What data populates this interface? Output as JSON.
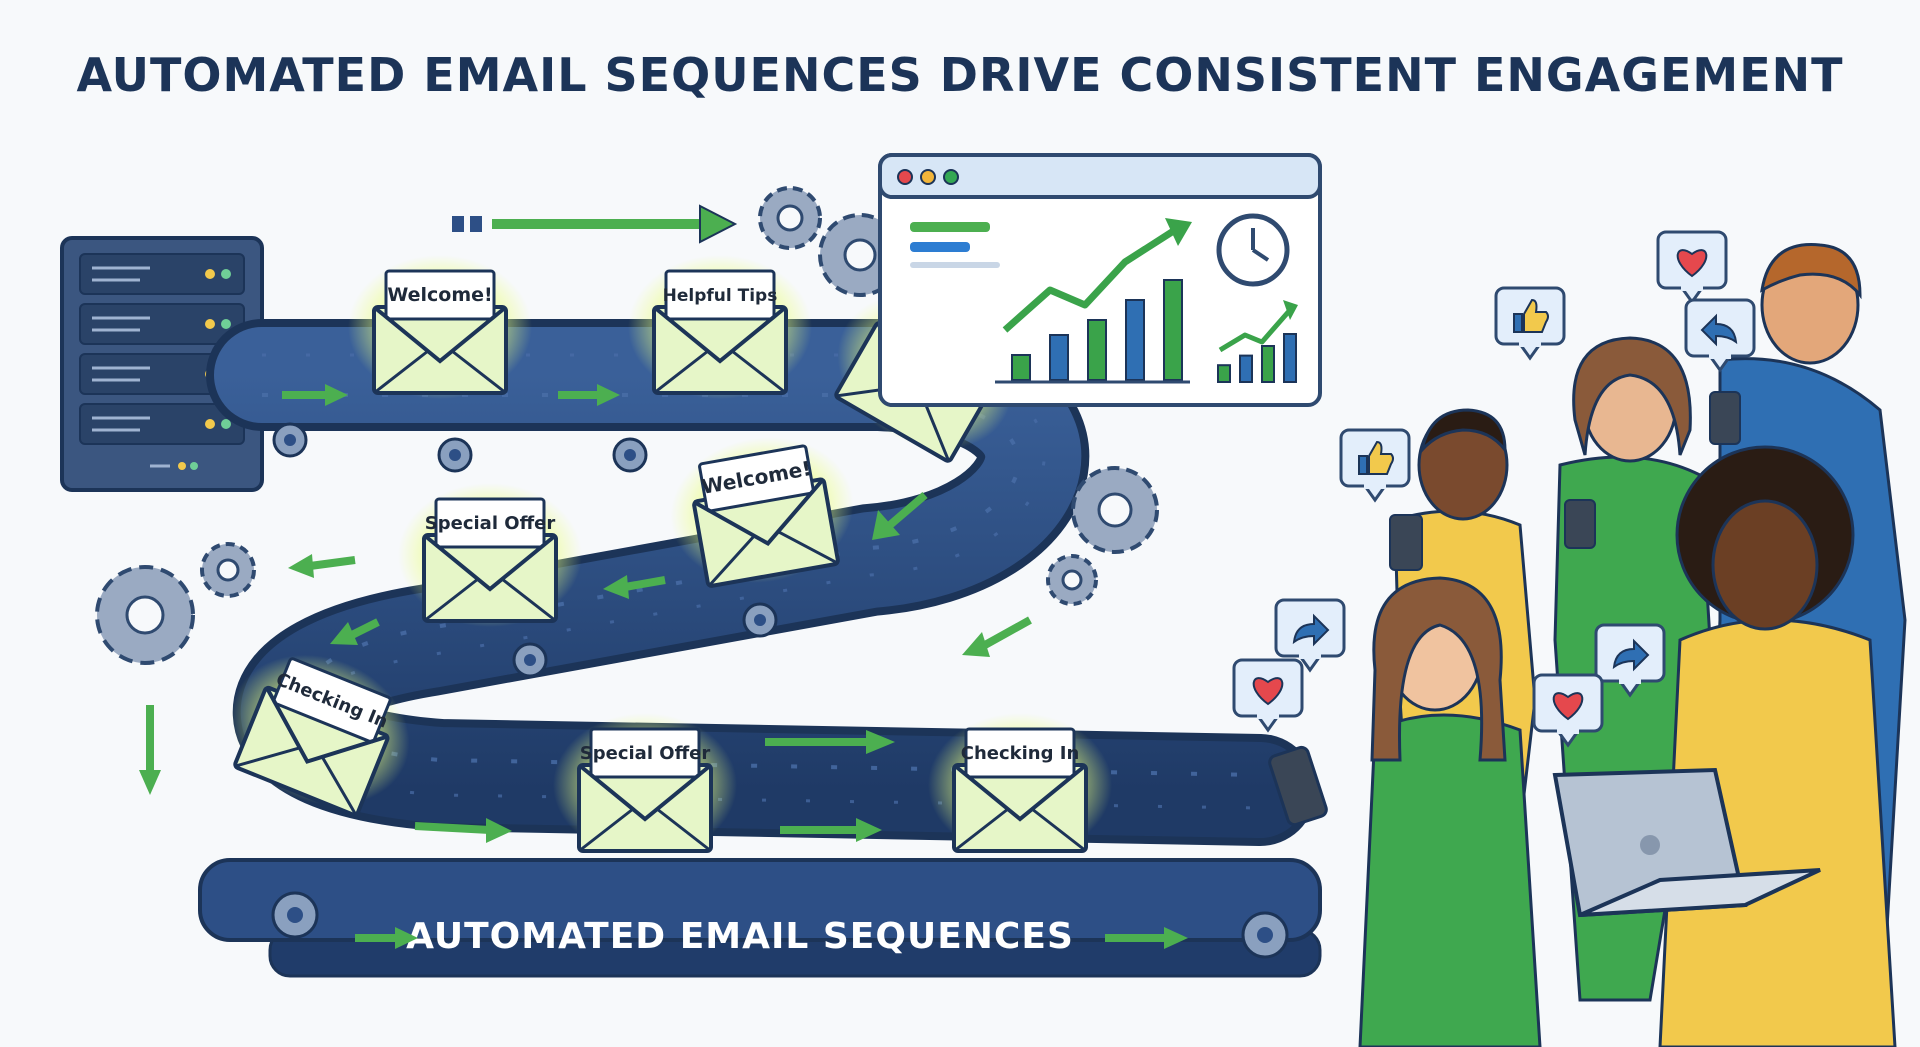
{
  "title": "AUTOMATED EMAIL SEQUENCES DRIVE CONSISTENT ENGAGEMENT",
  "belt_label": "AUTOMATED EMAIL SEQUENCES",
  "emails": [
    {
      "label": "Welcome!"
    },
    {
      "label": "Helpful Tips"
    },
    {
      "label": "Welcome!"
    },
    {
      "label": "Welcome!"
    },
    {
      "label": "Special Offer"
    },
    {
      "label": "Checking In"
    },
    {
      "label": "Special Offer"
    },
    {
      "label": "Checking In"
    }
  ],
  "dashboard": {
    "window_dots": [
      "#e5484d",
      "#f2b53a",
      "#34a853"
    ],
    "main_bars": [
      0.25,
      0.45,
      0.6,
      0.8,
      1.0
    ],
    "small_bars": [
      0.35,
      0.55,
      0.75,
      1.0
    ]
  },
  "reactions": [
    {
      "icon": "heart-icon"
    },
    {
      "icon": "thumbs-up-icon"
    },
    {
      "icon": "reply-icon"
    },
    {
      "icon": "thumbs-up-icon"
    },
    {
      "icon": "share-icon"
    },
    {
      "icon": "heart-icon"
    },
    {
      "icon": "share-icon"
    },
    {
      "icon": "heart-icon"
    }
  ],
  "colors": {
    "navy": "#1c3458",
    "belt": "#2d4f86",
    "accent_green": "#4caf50",
    "envelope": "#e6f6c8",
    "glow": "#f3ff8a"
  }
}
